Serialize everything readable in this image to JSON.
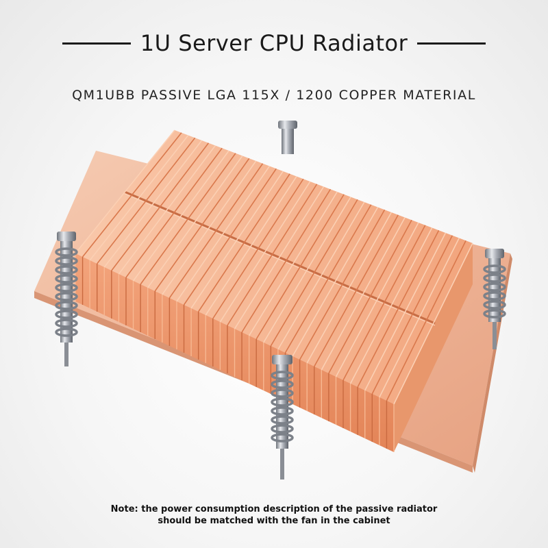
{
  "header": {
    "title": "1U Server CPU Radiator",
    "subtitle": "QM1UBB PASSIVE LGA 115X / 1200 COPPER MATERIAL"
  },
  "product": {
    "image_name": "copper-heatsink-image",
    "colors": {
      "copper_light": "#f6c4a8",
      "copper_mid": "#ee9a70",
      "copper_dark": "#d9744a",
      "base": "#f0bca2",
      "metal": "#b8bcc4"
    }
  },
  "footer": {
    "note_line1": "Note: the power consumption description of the passive radiator",
    "note_line2": "should be matched with the fan in the cabinet"
  }
}
